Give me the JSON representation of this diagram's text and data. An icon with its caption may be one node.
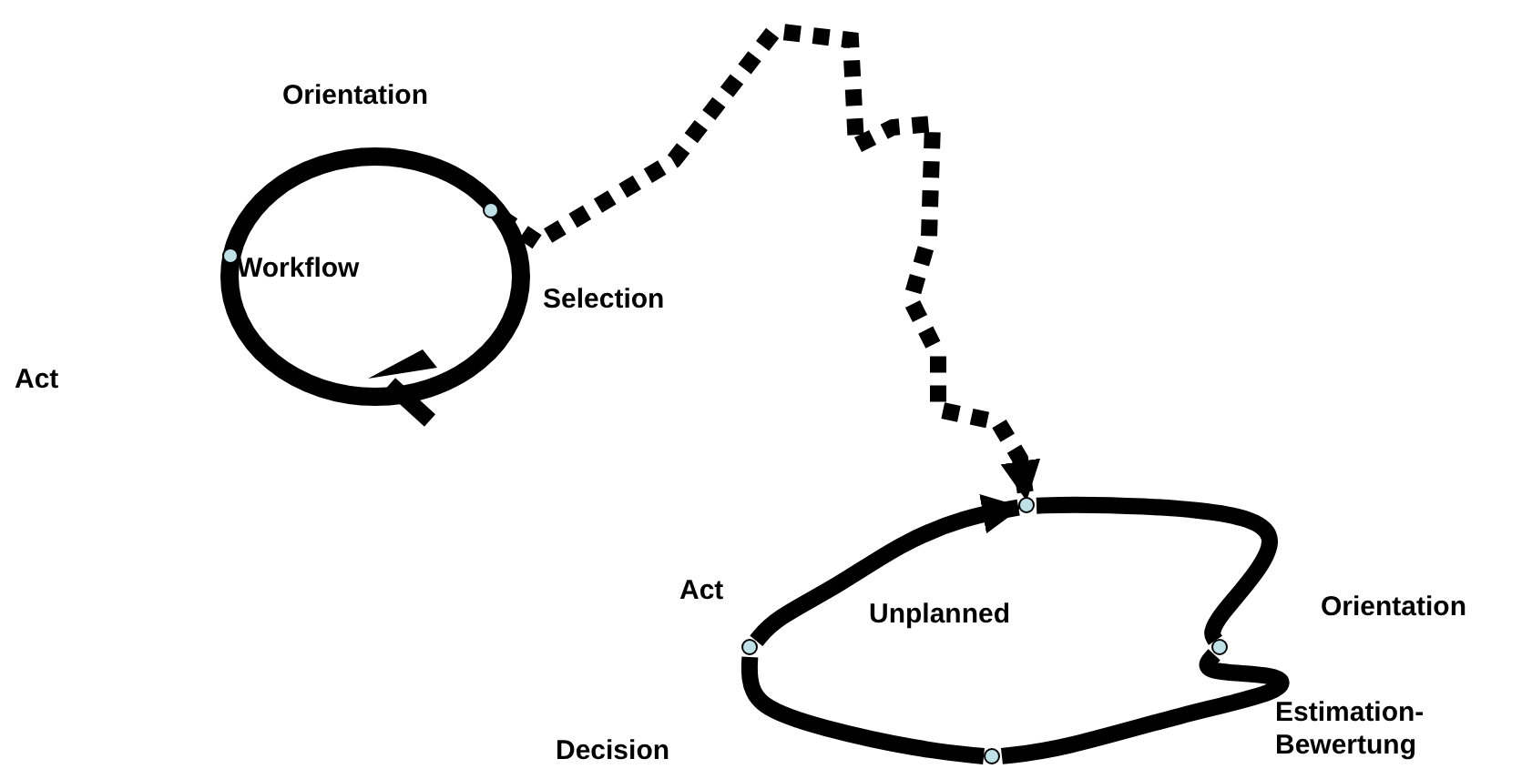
{
  "diagram": {
    "nodes": [
      {
        "text": [
          "Workflow"
        ]
      },
      {
        "text": [],
        "shape": "circle",
        "in": 0
      },
      {
        "text": [],
        "shape": "circle",
        "in": 0
      },
      {
        "text": [],
        "shape": "circle"
      },
      {
        "text": [],
        "shape": "circle"
      },
      {
        "text": [],
        "shape": "circle"
      },
      {
        "text": [],
        "shape": "circle"
      }
    ],
    "edges": [
      {
        "from": 2,
        "to": 3,
        "arrow": "to",
        "style": "dashed"
      },
      {
        "from": 6,
        "to": 3,
        "arrow": "to"
      },
      {
        "from": 3,
        "to": 4,
        "arrow": "none"
      },
      {
        "from": 4,
        "to": 5,
        "arrow": "none"
      },
      {
        "from": 5,
        "to": 6,
        "arrow": "none"
      }
    ],
    "labels": [
      "Orientation",
      "Selection",
      "Act",
      "Act",
      "Unplanned",
      "Orientation",
      "Estimation- Bewertung",
      "Decision"
    ]
  }
}
